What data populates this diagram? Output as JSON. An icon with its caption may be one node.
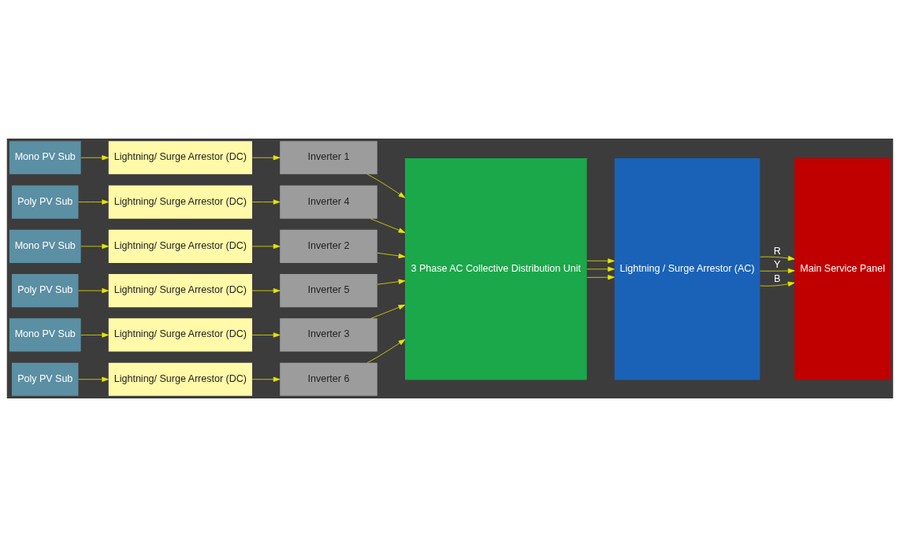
{
  "diagram": {
    "nodes": [
      {
        "text": [
          "Mono PV Sub"
        ]
      },
      {
        "text": [
          "Lightning/ Surge Arrestor (DC)"
        ]
      },
      {
        "text": [
          "Inverter 1"
        ]
      },
      {
        "text": [
          "Poly PV Sub"
        ]
      },
      {
        "text": [
          "Lightning/ Surge Arrestor (DC)"
        ]
      },
      {
        "text": [
          "Inverter 4"
        ]
      },
      {
        "text": [
          "Mono PV Sub"
        ]
      },
      {
        "text": [
          "Lightning/ Surge Arrestor (DC)"
        ]
      },
      {
        "text": [
          "Inverter 2"
        ]
      },
      {
        "text": [
          "Poly PV Sub"
        ]
      },
      {
        "text": [
          "Lightning/ Surge Arrestor (DC)"
        ]
      },
      {
        "text": [
          "Inverter 5"
        ]
      },
      {
        "text": [
          "Mono PV Sub"
        ]
      },
      {
        "text": [
          "Lightning/ Surge Arrestor (DC)"
        ]
      },
      {
        "text": [
          "Inverter 3"
        ]
      },
      {
        "text": [
          "Poly PV Sub"
        ]
      },
      {
        "text": [
          "Lightning/ Surge Arrestor (DC)"
        ]
      },
      {
        "text": [
          "Inverter 6"
        ]
      },
      {
        "text": [
          "3 Phase AC Collective Distribution Unit"
        ]
      },
      {
        "text": [
          "Lightning / Surge Arrestor (AC)"
        ]
      },
      {
        "text": [
          "Main Service Panel"
        ]
      }
    ],
    "edges": [
      {
        "from": 0,
        "to": 1,
        "arrow": "to"
      },
      {
        "from": 1,
        "to": 2,
        "arrow": "to"
      },
      {
        "from": 2,
        "to": 18,
        "arrow": "to"
      },
      {
        "from": 3,
        "to": 4,
        "arrow": "to"
      },
      {
        "from": 4,
        "to": 5,
        "arrow": "to"
      },
      {
        "from": 5,
        "to": 18,
        "arrow": "to"
      },
      {
        "from": 6,
        "to": 7,
        "arrow": "to"
      },
      {
        "from": 7,
        "to": 8,
        "arrow": "to"
      },
      {
        "from": 8,
        "to": 18,
        "arrow": "to"
      },
      {
        "from": 9,
        "to": 10,
        "arrow": "to"
      },
      {
        "from": 10,
        "to": 11,
        "arrow": "to"
      },
      {
        "from": 11,
        "to": 18,
        "arrow": "to"
      },
      {
        "from": 12,
        "to": 13,
        "arrow": "to"
      },
      {
        "from": 13,
        "to": 14,
        "arrow": "to"
      },
      {
        "from": 14,
        "to": 18,
        "arrow": "to"
      },
      {
        "from": 15,
        "to": 16,
        "arrow": "to"
      },
      {
        "from": 16,
        "to": 17,
        "arrow": "to"
      },
      {
        "from": 17,
        "to": 18,
        "arrow": "to"
      },
      {
        "from": 18,
        "to": 19,
        "arrow": "to"
      },
      {
        "from": 18,
        "to": 19,
        "arrow": "to"
      },
      {
        "from": 18,
        "to": 19,
        "arrow": "to"
      },
      {
        "from": 19,
        "to": 20,
        "arrow": "to",
        "label": "R"
      },
      {
        "from": 19,
        "to": 20,
        "arrow": "to",
        "label": "Y"
      },
      {
        "from": 19,
        "to": 20,
        "arrow": "to",
        "label": "B"
      }
    ]
  }
}
